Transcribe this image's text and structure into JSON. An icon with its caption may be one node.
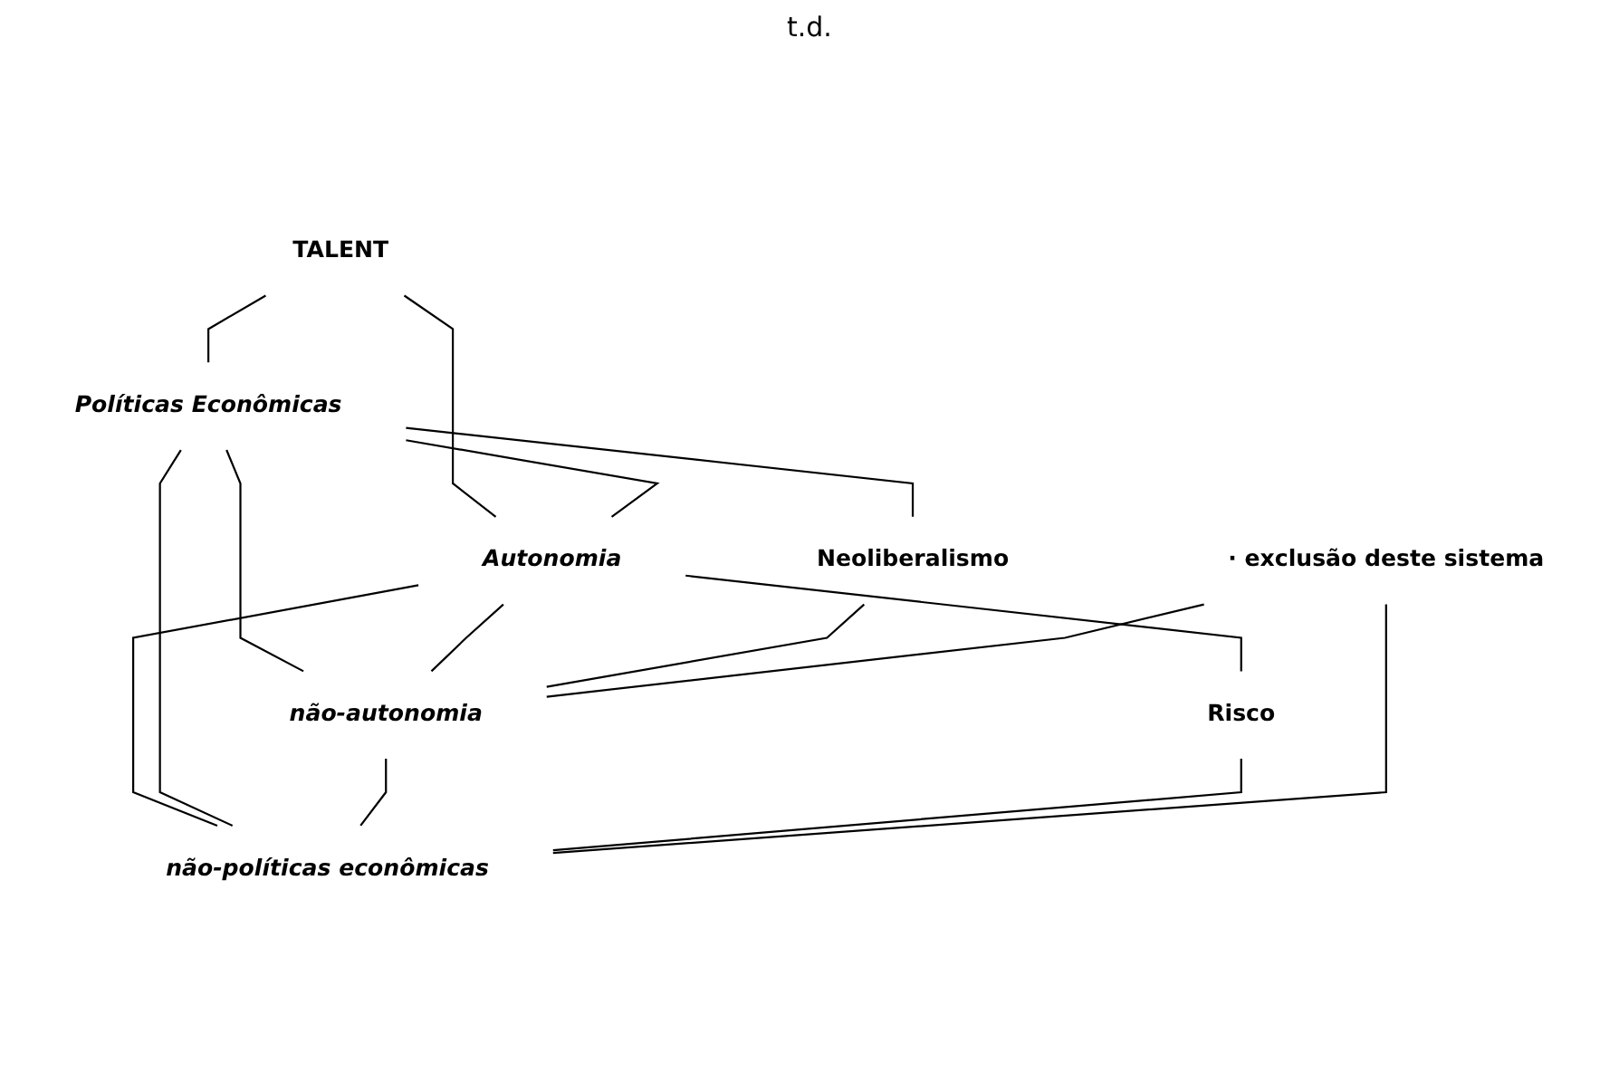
{
  "diagram": {
    "nodes": [
      {
        "text": [
          "TALENT"
        ]
      },
      {
        "text": [
          "Políticas Econômicas"
        ]
      },
      {
        "text": [
          "Autonomia"
        ]
      },
      {
        "text": [
          "Neoliberalismo"
        ]
      },
      {
        "text": [
          "Risco"
        ]
      },
      {
        "text": [
          "não-autonomia"
        ]
      },
      {
        "text": [
          "não-políticas econômicas"
        ]
      },
      {
        "text": [
          "· exclusão deste sistema"
        ]
      }
    ],
    "edges": [
      {
        "from": 0,
        "to": 1,
        "arrow": "none"
      },
      {
        "from": 0,
        "to": 2,
        "arrow": "none"
      },
      {
        "from": 1,
        "to": 2,
        "arrow": "none"
      },
      {
        "from": 1,
        "to": 3,
        "arrow": "none"
      },
      {
        "from": 2,
        "to": 4,
        "arrow": "none"
      },
      {
        "from": 1,
        "to": 5,
        "arrow": "none"
      },
      {
        "from": 2,
        "to": 6,
        "arrow": "none"
      },
      {
        "from": 1,
        "to": 6,
        "arrow": "none"
      },
      {
        "from": 2,
        "to": 5,
        "arrow": "none"
      },
      {
        "from": 5,
        "to": 6,
        "arrow": "none"
      },
      {
        "from": 3,
        "to": 5,
        "arrow": "none"
      },
      {
        "from": 4,
        "to": 6,
        "arrow": "none"
      },
      {
        "from": 7,
        "to": 5,
        "arrow": "none"
      },
      {
        "from": 7,
        "to": 6,
        "arrow": "none"
      }
    ],
    "labels": [
      "t.d."
    ]
  }
}
